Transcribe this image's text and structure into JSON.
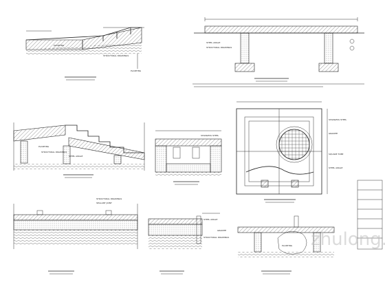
{
  "labels": {
    "structural_drawings": "STRUCTURAL DRAWINGS",
    "planting": "PLANTING",
    "stainless_steel": "STAINLESS STEEL",
    "steel_angle": "STEEL ANGLE",
    "granite": "GRANITE",
    "square_tube": "SQUARE TUBE",
    "sealant_joint": "SEALANT JOINT"
  },
  "watermark": "zhulong.com",
  "colors": {
    "ink": "#222222",
    "paper": "#ffffff"
  }
}
